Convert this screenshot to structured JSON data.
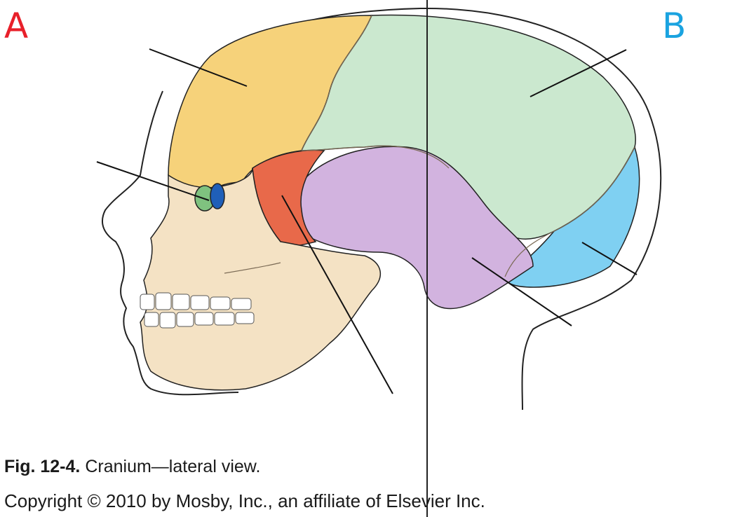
{
  "markers": {
    "a": {
      "label": "A",
      "color": "#e8202a"
    },
    "b": {
      "label": "B",
      "color": "#1aa3e0"
    }
  },
  "caption": {
    "number": "Fig. 12-4.",
    "text": "Cranium—lateral view."
  },
  "copyright": "Copyright © 2010 by Mosby, Inc., an affiliate of Elsevier Inc.",
  "colors": {
    "frontal": "#f6d27a",
    "parietal": "#cbe8cf",
    "sphenoid": "#e8694a",
    "temporal": "#d2b3df",
    "occipital": "#7fd0f2",
    "facial": "#f4e2c4",
    "ethmoid": "#7fc27f",
    "lacrimal": "#1f5fb8",
    "outline": "#222222"
  }
}
